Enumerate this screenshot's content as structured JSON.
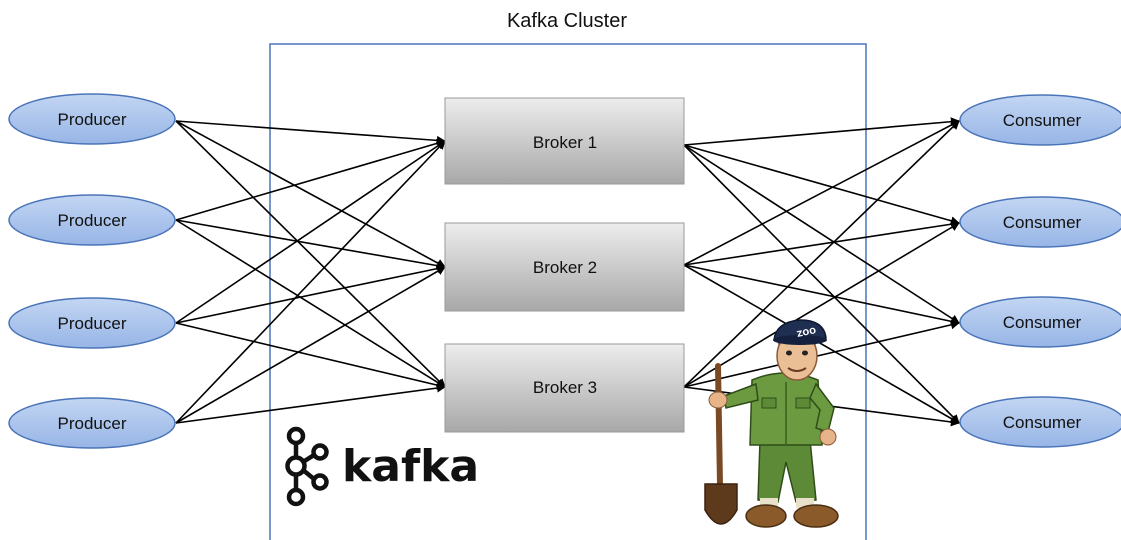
{
  "cluster": {
    "title": "Kafka Cluster"
  },
  "producers": [
    {
      "label": "Producer"
    },
    {
      "label": "Producer"
    },
    {
      "label": "Producer"
    },
    {
      "label": "Producer"
    }
  ],
  "brokers": [
    {
      "label": "Broker 1"
    },
    {
      "label": "Broker 2"
    },
    {
      "label": "Broker 3"
    }
  ],
  "consumers": [
    {
      "label": "Consumer"
    },
    {
      "label": "Consumer"
    },
    {
      "label": "Consumer"
    },
    {
      "label": "Consumer"
    }
  ],
  "logo": {
    "text": "kafka",
    "icon": "kafka-logo-icon"
  },
  "mascot": {
    "icon": "zookeeper-mascot-icon",
    "cap_text": "ZOO"
  },
  "colors": {
    "node_fill": "#a9c4ec",
    "node_stroke": "#4a74b8",
    "broker_top": "#ececec",
    "broker_bottom": "#a9a9a9",
    "cluster_border": "#4a74b8",
    "arrow": "#000000"
  }
}
